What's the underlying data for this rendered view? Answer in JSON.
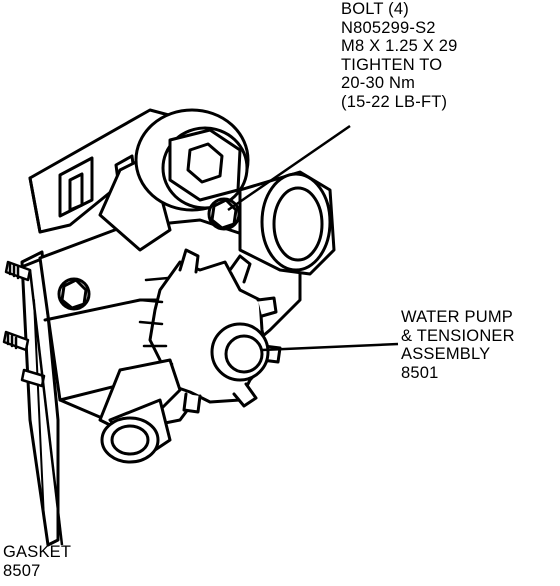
{
  "bolt_callout": {
    "lines": [
      "BOLT (4)",
      "N805299-S2",
      "M8 X 1.25 X 29",
      "TIGHTEN TO",
      "20-30 Nm",
      "(15-22 LB-FT)"
    ]
  },
  "pump_callout": {
    "lines": [
      "WATER PUMP",
      "& TENSIONER",
      "ASSEMBLY",
      "8501"
    ]
  },
  "gasket_callout": {
    "lines": [
      "GASKET",
      "8507"
    ]
  },
  "icons": [
    "water-pump-icon",
    "tensioner-pulley-icon",
    "sprocket-icon",
    "bolt-icon",
    "gasket-icon",
    "stud-icon"
  ],
  "colors": {
    "ink": "#000000",
    "paper": "#ffffff"
  }
}
